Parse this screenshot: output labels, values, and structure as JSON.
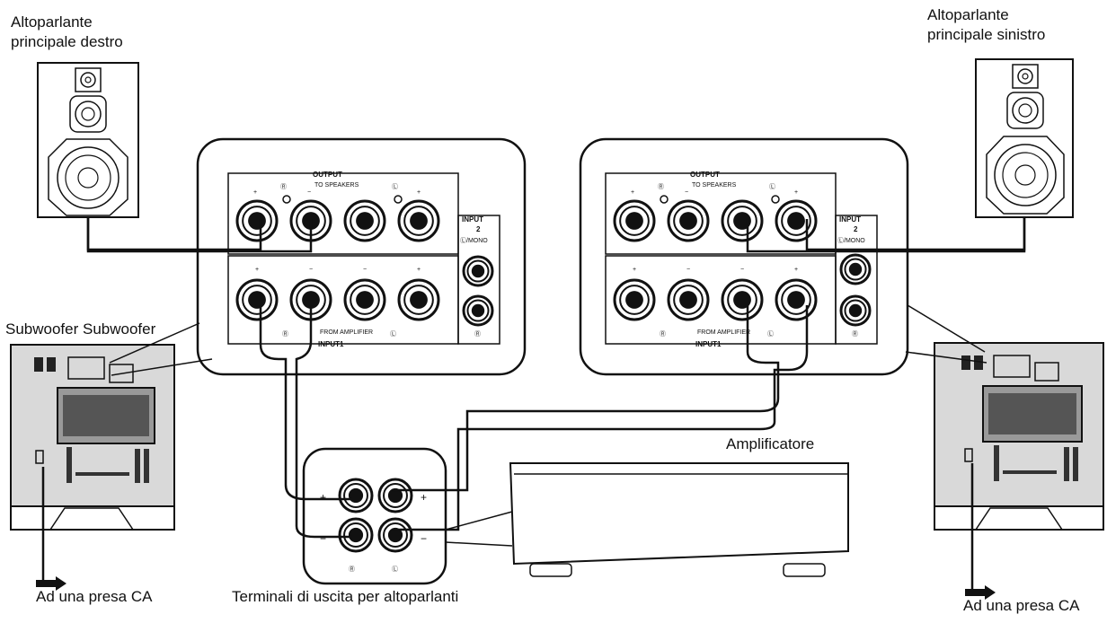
{
  "labels": {
    "right_main_speaker": [
      "Altoparlante",
      "principale destro"
    ],
    "left_main_speaker": [
      "Altoparlante",
      "principale sinistro"
    ],
    "subwoofer": "Subwoofer Subwoofer",
    "amplifier": "Amplificatore",
    "ac_outlet_left": "Ad una presa CA",
    "ac_outlet_right": "Ad una presa CA",
    "speaker_terminals": "Terminali di uscita per altoparlanti"
  },
  "panel": {
    "output": "OUTPUT",
    "to_speakers": "TO SPEAKERS",
    "input2": "INPUT",
    "input2_num": "2",
    "mono": "Ⓛ/MONO",
    "from_amplifier": "FROM AMPLIFIER",
    "input1": "INPUT1",
    "r_mark": "Ⓡ",
    "l_mark": "Ⓛ",
    "plus": "+",
    "minus": "−"
  },
  "colors": {
    "ink": "#111111",
    "subwoofer_body": "#d9d9d9",
    "dark": "#333333"
  }
}
